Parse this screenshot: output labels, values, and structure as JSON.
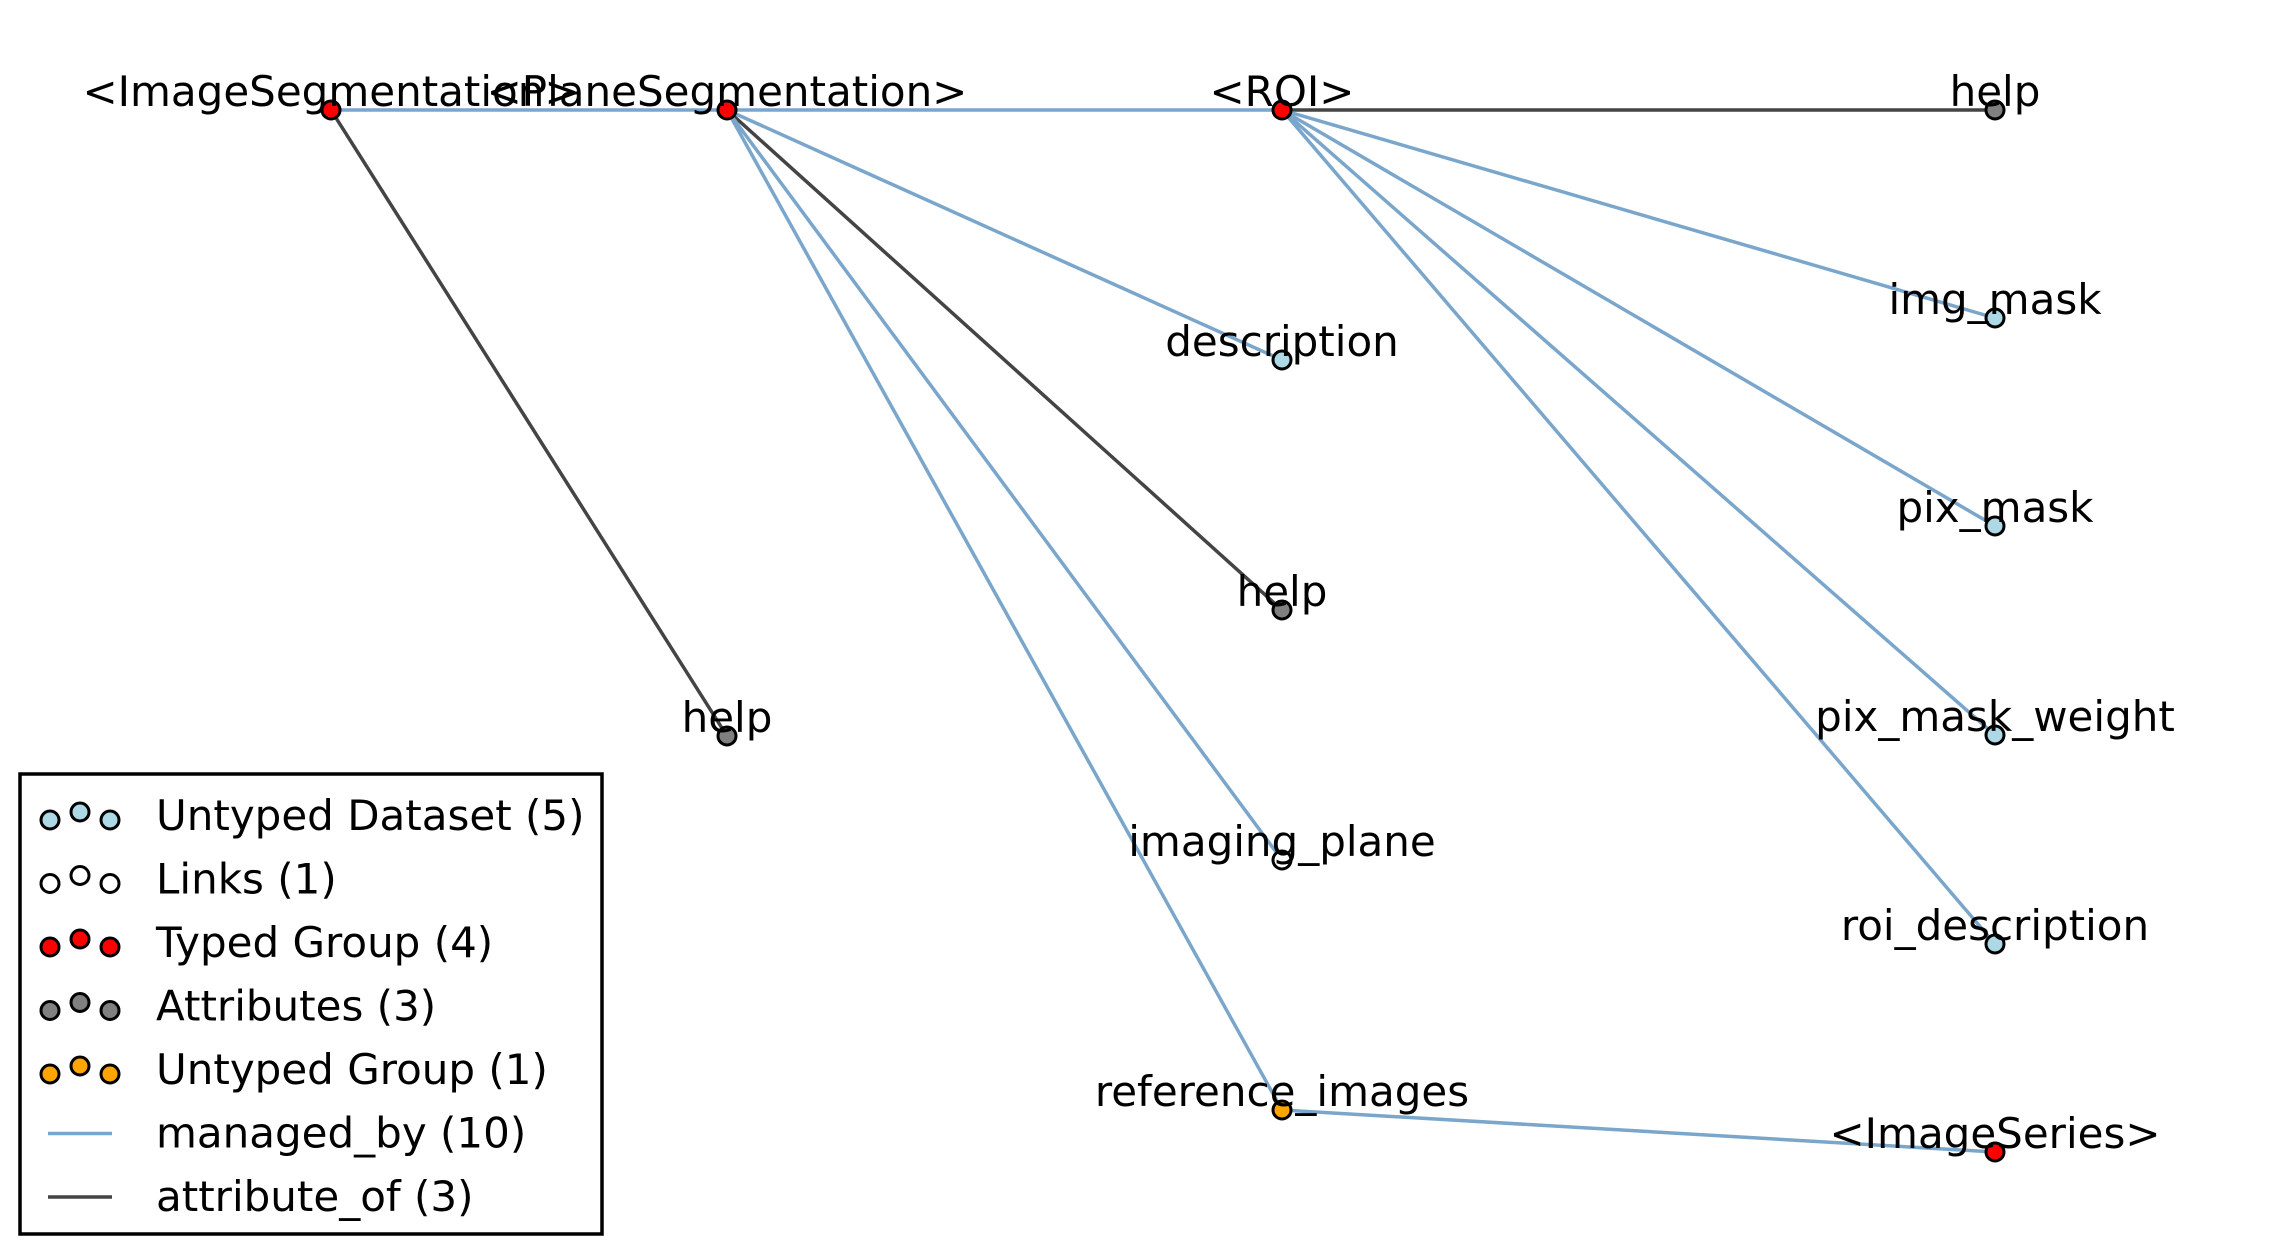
{
  "colors": {
    "untyped_dataset": "#add8e6",
    "link": "#ffffff",
    "typed_group": "#ff0000",
    "attribute": "#808080",
    "untyped_group": "#ffa500",
    "managed_by": "#7aa6cc",
    "attribute_of": "#444444"
  },
  "nodes": [
    {
      "id": "image_segmentation",
      "label": "<ImageSegmentation>",
      "kind": "typed_group"
    },
    {
      "id": "plane_segmentation",
      "label": "<PlaneSegmentation>",
      "kind": "typed_group"
    },
    {
      "id": "roi",
      "label": "<ROI>",
      "kind": "typed_group"
    },
    {
      "id": "roi_help",
      "label": "help",
      "kind": "attribute"
    },
    {
      "id": "img_mask",
      "label": "img_mask",
      "kind": "untyped_dataset"
    },
    {
      "id": "description",
      "label": "description",
      "kind": "untyped_dataset"
    },
    {
      "id": "pix_mask",
      "label": "pix_mask",
      "kind": "untyped_dataset"
    },
    {
      "id": "plane_help",
      "label": "help",
      "kind": "attribute"
    },
    {
      "id": "image_seg_help",
      "label": "help",
      "kind": "attribute"
    },
    {
      "id": "pix_mask_weight",
      "label": "pix_mask_weight",
      "kind": "untyped_dataset"
    },
    {
      "id": "imaging_plane",
      "label": "imaging_plane",
      "kind": "link"
    },
    {
      "id": "roi_description",
      "label": "roi_description",
      "kind": "untyped_dataset"
    },
    {
      "id": "reference_images",
      "label": "reference_images",
      "kind": "untyped_group"
    },
    {
      "id": "image_series",
      "label": "<ImageSeries>",
      "kind": "typed_group"
    }
  ],
  "edges": [
    {
      "source": "image_segmentation",
      "target": "plane_segmentation",
      "type": "managed_by"
    },
    {
      "source": "image_segmentation",
      "target": "image_seg_help",
      "type": "attribute_of"
    },
    {
      "source": "plane_segmentation",
      "target": "roi",
      "type": "managed_by"
    },
    {
      "source": "plane_segmentation",
      "target": "description",
      "type": "managed_by"
    },
    {
      "source": "plane_segmentation",
      "target": "plane_help",
      "type": "attribute_of"
    },
    {
      "source": "plane_segmentation",
      "target": "imaging_plane",
      "type": "managed_by"
    },
    {
      "source": "plane_segmentation",
      "target": "reference_images",
      "type": "managed_by"
    },
    {
      "source": "roi",
      "target": "roi_help",
      "type": "attribute_of"
    },
    {
      "source": "roi",
      "target": "img_mask",
      "type": "managed_by"
    },
    {
      "source": "roi",
      "target": "pix_mask",
      "type": "managed_by"
    },
    {
      "source": "roi",
      "target": "pix_mask_weight",
      "type": "managed_by"
    },
    {
      "source": "roi",
      "target": "roi_description",
      "type": "managed_by"
    },
    {
      "source": "reference_images",
      "target": "image_series",
      "type": "managed_by"
    }
  ],
  "legend": {
    "entries": [
      {
        "label": "Untyped Dataset (5)",
        "kind": "untyped_dataset",
        "marker": "dots"
      },
      {
        "label": "Links (1)",
        "kind": "link",
        "marker": "dots"
      },
      {
        "label": "Typed Group (4)",
        "kind": "typed_group",
        "marker": "dots"
      },
      {
        "label": "Attributes (3)",
        "kind": "attribute",
        "marker": "dots"
      },
      {
        "label": "Untyped Group (1)",
        "kind": "untyped_group",
        "marker": "dots"
      },
      {
        "label": "managed_by (10)",
        "kind": "managed_by",
        "marker": "line"
      },
      {
        "label": "attribute_of (3)",
        "kind": "attribute_of",
        "marker": "line"
      }
    ]
  }
}
